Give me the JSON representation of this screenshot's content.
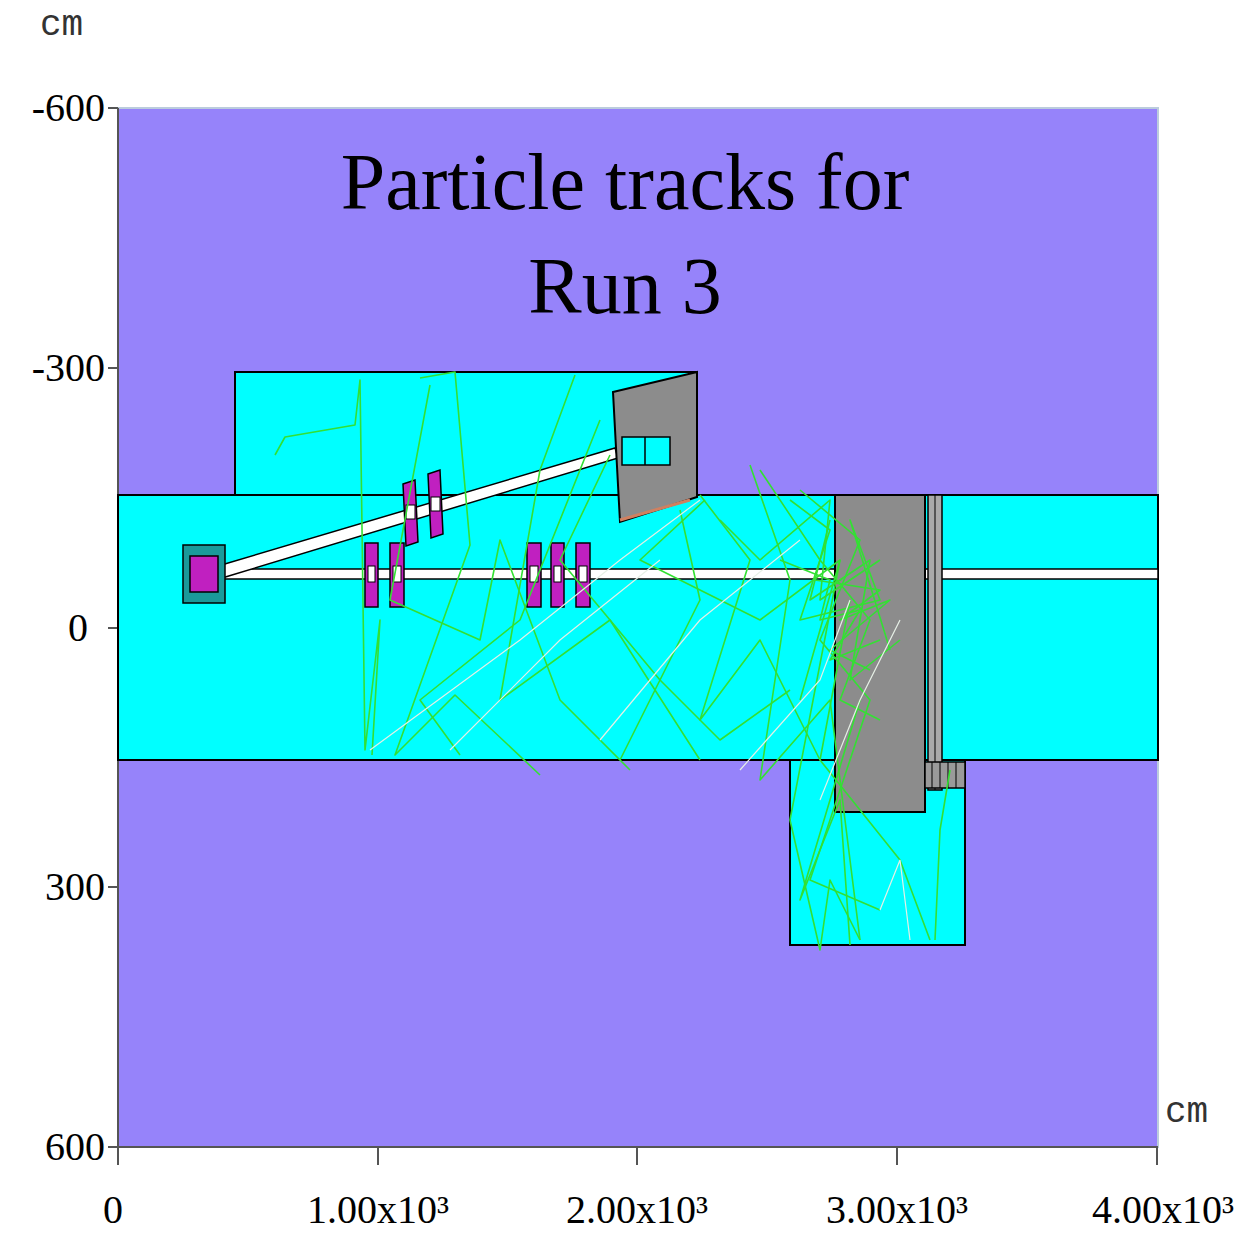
{
  "diagram": {
    "title": "Particle tracks for Run 3",
    "labels": [
      "cm",
      "-600",
      "-300",
      "0",
      "300",
      "600",
      "cm",
      "0",
      "1.00x10³",
      "2.00x10³",
      "3.00x10³",
      "4.00x10³"
    ]
  }
}
